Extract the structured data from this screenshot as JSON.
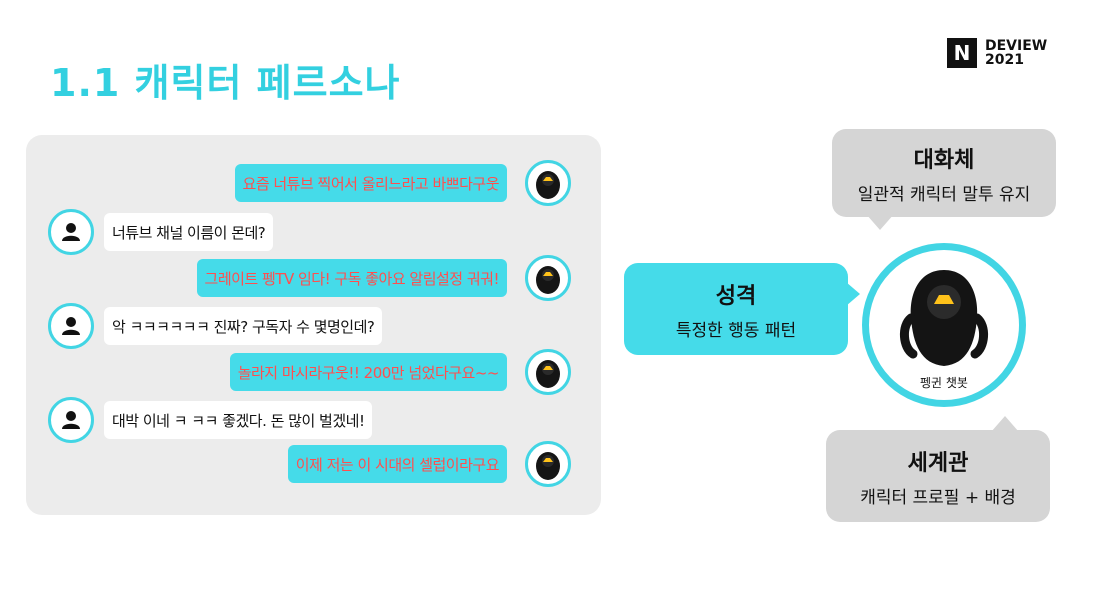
{
  "title": "1.1 캐릭터 페르소나",
  "logo": {
    "mark": "N",
    "line1": "DEVIEW",
    "line2": "2021"
  },
  "chat": [
    {
      "speaker": "bot",
      "text": "요즘 너튜브 찍어서 올리느라고 바쁘다구웃"
    },
    {
      "speaker": "user",
      "text": "너튜브 채널 이름이 몬데?"
    },
    {
      "speaker": "bot",
      "text": "그레이트 펭TV 임다! 구독 좋아요 알림설정 궈궈!"
    },
    {
      "speaker": "user",
      "text": "악 ㅋㅋㅋㅋㅋㅋ 진짜? 구독자 수 몇명인데?"
    },
    {
      "speaker": "bot",
      "text": "놀라지 마시라구웃!! 200만 넘었다구요~~"
    },
    {
      "speaker": "user",
      "text": "대박 이네 ㅋ ㅋㅋ 좋겠다. 돈 많이 벌겠네!"
    },
    {
      "speaker": "bot",
      "text": "이제 저는 이 시대의 셀럽이라구요"
    }
  ],
  "speech_style": {
    "heading": "대화체",
    "sub": "일관적 캐릭터 말투 유지"
  },
  "personality": {
    "heading": "성격",
    "sub": "특정한 행동 패턴"
  },
  "worldview": {
    "heading": "세계관",
    "sub": "캐릭터 프로필 + 배경"
  },
  "character": {
    "caption": "펭귄 챗봇"
  },
  "colors": {
    "accent": "#42d5e4",
    "bot_text": "#ff4f4f",
    "callout_gray": "#d5d5d5",
    "panel": "#ececec"
  },
  "icons": {
    "bot_avatar": "penguin-icon",
    "user_avatar": "person-icon"
  }
}
